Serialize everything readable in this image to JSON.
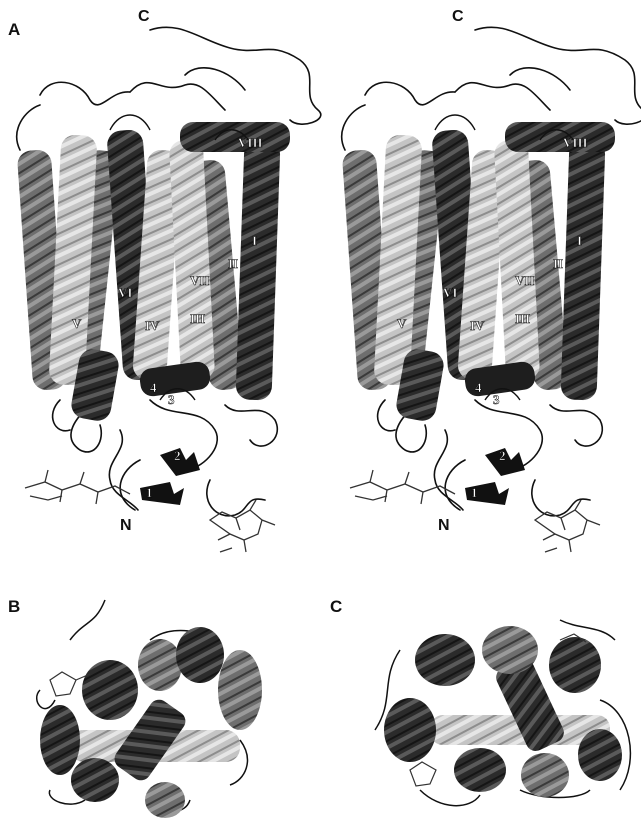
{
  "panels": {
    "a": "A",
    "b": "B",
    "c": "C"
  },
  "stereo_left": {
    "c_terminus": "C",
    "n_terminus": "N",
    "helix_labels": [
      "VIII",
      "I",
      "II",
      "VII",
      "VI",
      "IV",
      "III",
      "V"
    ],
    "strand_labels": [
      "4",
      "3",
      "2",
      "1"
    ]
  },
  "stereo_right": {
    "c_terminus": "C",
    "n_terminus": "N",
    "helix_labels": [
      "VIII",
      "I",
      "II",
      "VII",
      "VI",
      "IV",
      "III",
      "V"
    ],
    "strand_labels": [
      "4",
      "3",
      "2",
      "1"
    ]
  },
  "colors": {
    "helix_dark": "#2b2b2b",
    "helix_mid": "#6e6e6e",
    "helix_light": "#c4c4c4",
    "coil": "#111111"
  }
}
